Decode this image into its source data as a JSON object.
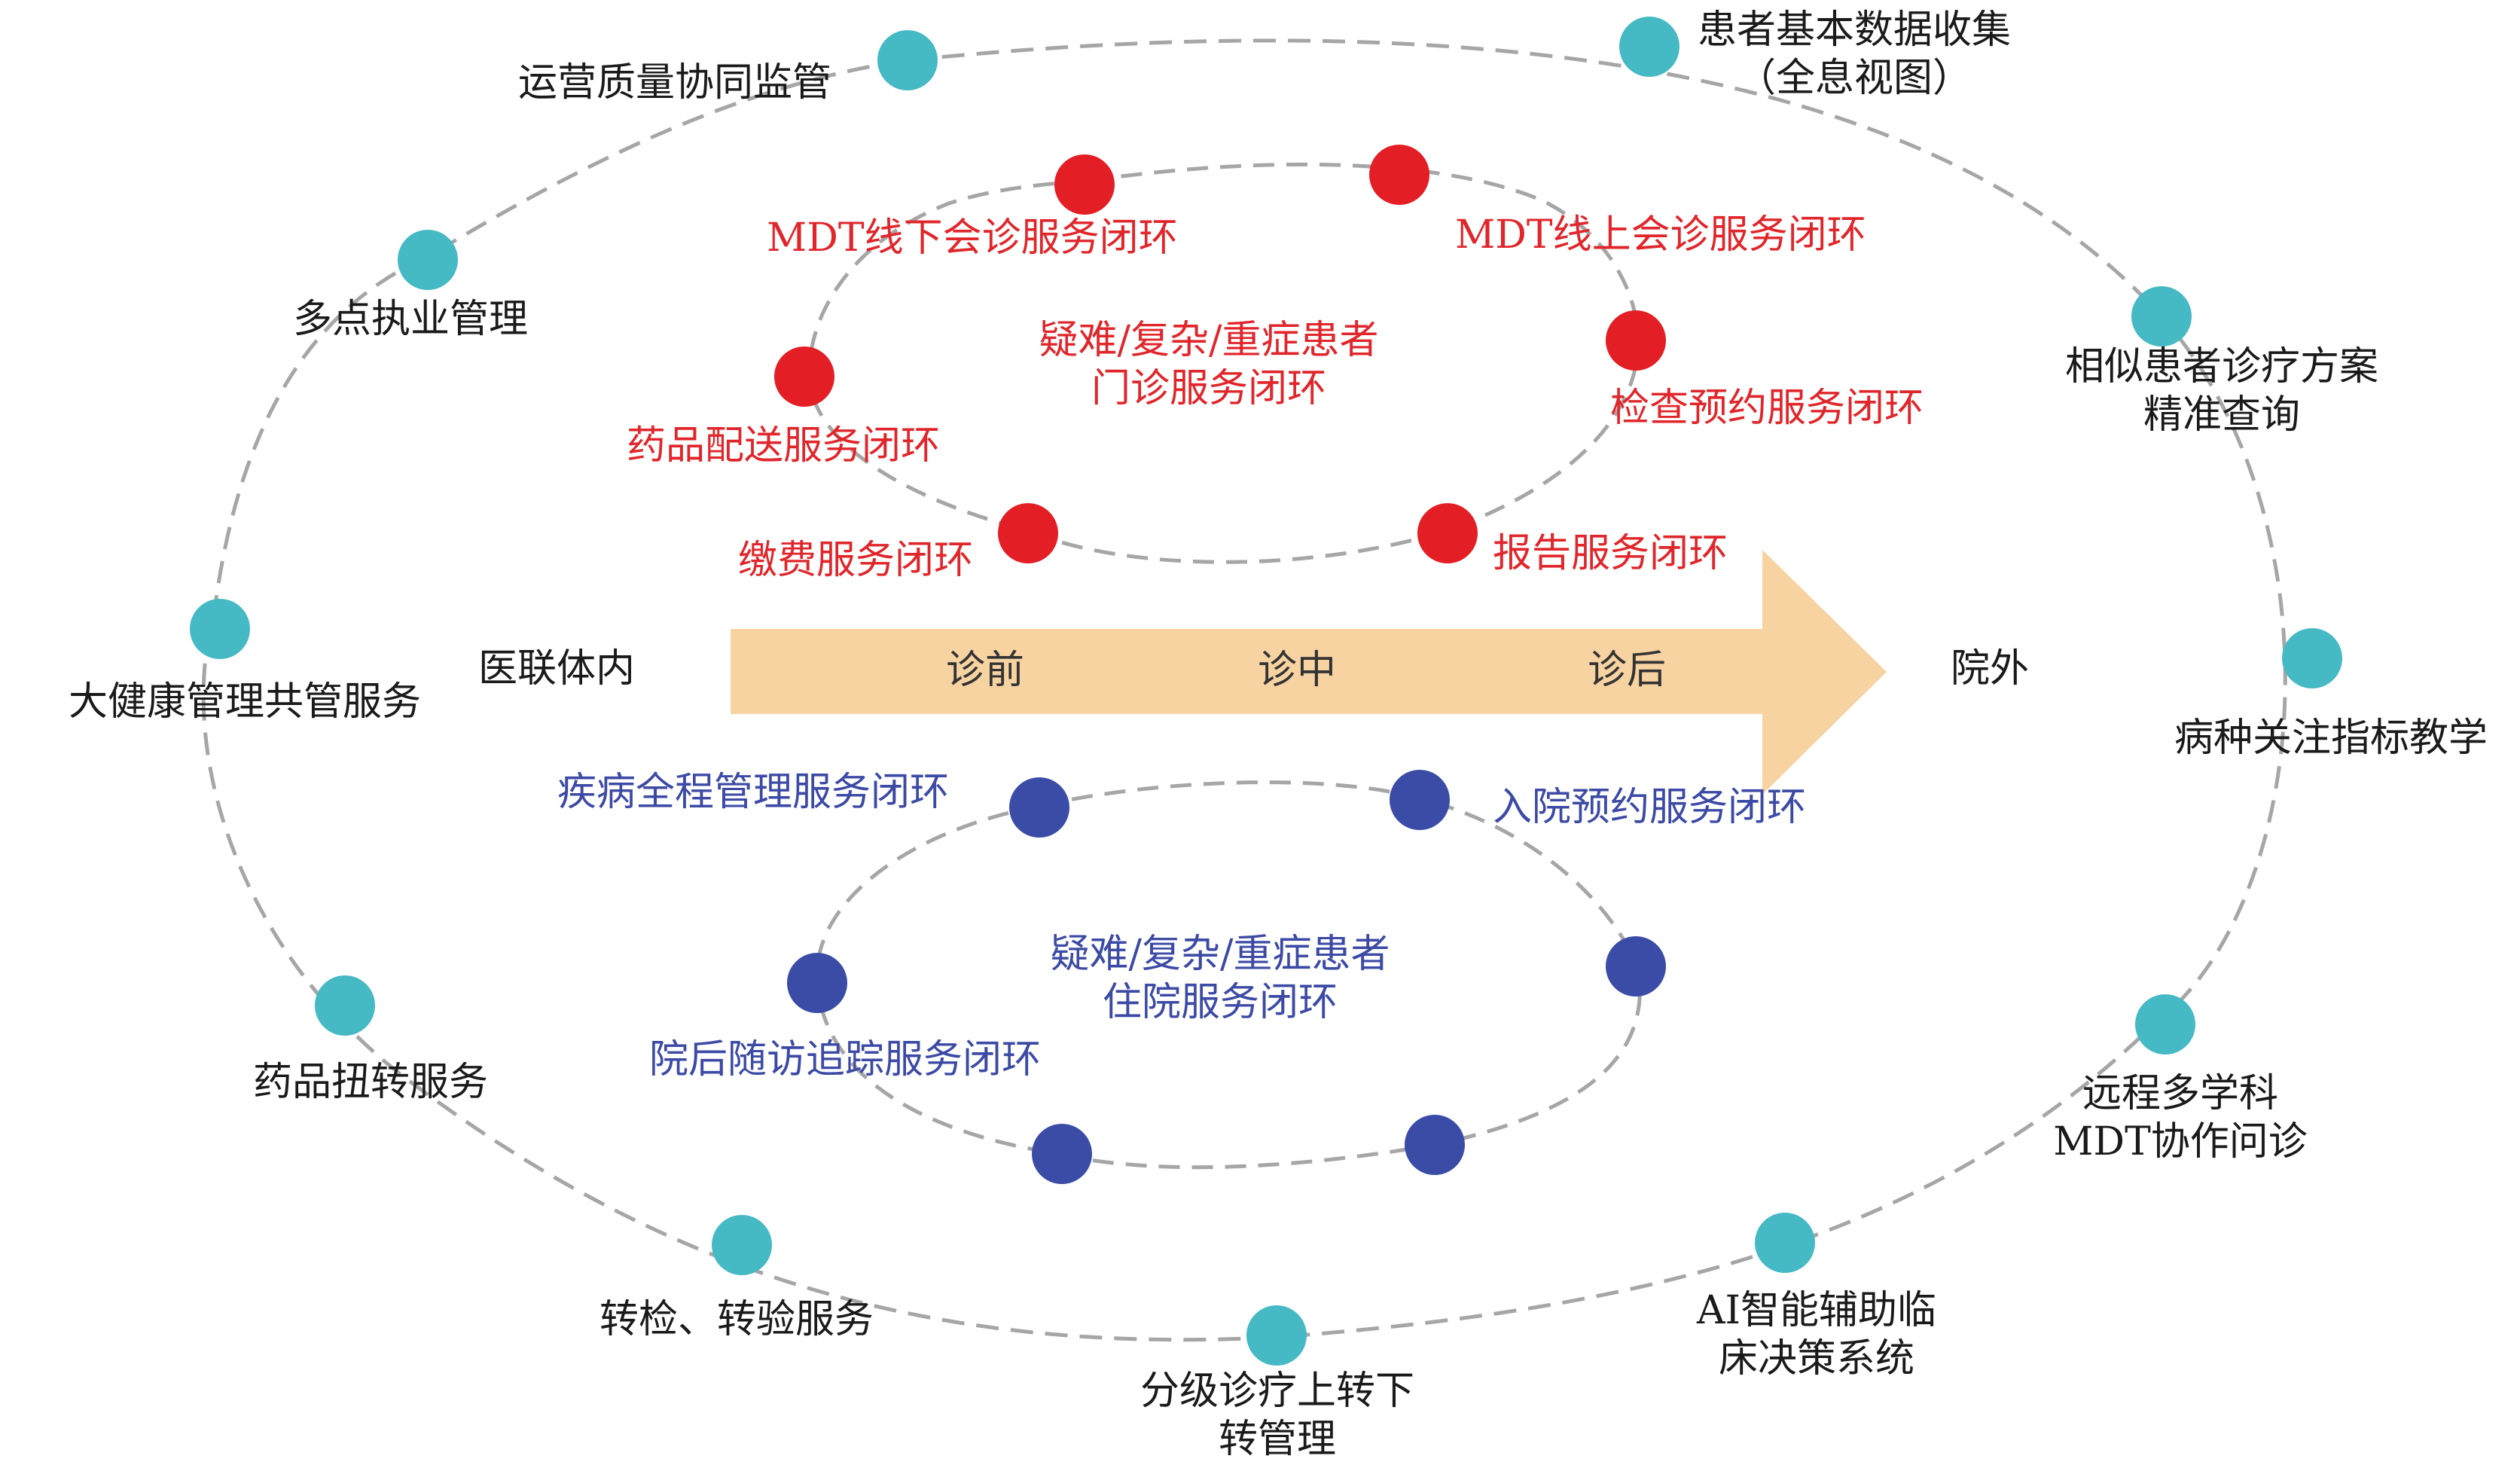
{
  "colors": {
    "outer_node": "#45b9c4",
    "red_node": "#e31e25",
    "blue_node": "#3a4ca6",
    "arrow": "#f8d3a2",
    "dash": "#a6a6a6",
    "red_text": "#e0262b",
    "blue_text": "#3c4aa5"
  },
  "axis": {
    "left": "医联体内",
    "right": "院外"
  },
  "arrow": {
    "stage1": "诊前",
    "stage2": "诊中",
    "stage3": "诊后"
  },
  "outer_ring": {
    "n1": "运营质量协同监管",
    "n2_line1": "患者基本数据收集",
    "n2_line2": "（全息视图）",
    "n3_line1": "相似患者诊疗方案",
    "n3_line2": "精准查询",
    "n4": "病种关注指标教学",
    "n5_line1": "远程多学科",
    "n5_line2": "MDT协作问诊",
    "n6_line1": "AI智能辅助临",
    "n6_line2": "床决策系统",
    "n7_line1": "分级诊疗上转下",
    "n7_line2": "转管理",
    "n8": "转检、转验服务",
    "n9": "药品扭转服务",
    "n10": "大健康管理共管服务",
    "n11": "多点执业管理"
  },
  "outpatient_loop": {
    "center_line1": "疑难/复杂/重症患者",
    "center_line2": "门诊服务闭环",
    "n1": "MDT线下会诊服务闭环",
    "n2": "MDT线上会诊服务闭环",
    "n3": "检查预约服务闭环",
    "n4": "报告服务闭环",
    "n5": "缴费服务闭环",
    "n6": "药品配送服务闭环"
  },
  "inpatient_loop": {
    "center_line1": "疑难/复杂/重症患者",
    "center_line2": "住院服务闭环",
    "n1": "疾病全程管理服务闭环",
    "n2": "入院预约服务闭环",
    "n3": "院后随访追踪服务闭环"
  }
}
